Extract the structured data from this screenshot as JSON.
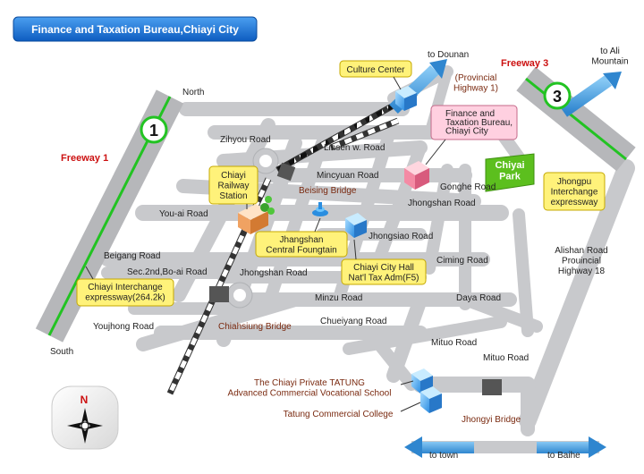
{
  "header": {
    "title": "Finance and Taxation Bureau,Chiayi City"
  },
  "compass": {
    "north": "N",
    "label_north": "North",
    "label_south": "South"
  },
  "freeways": {
    "f1_label": "Freeway 1",
    "f1_number": "1",
    "f3_label": "Freeway 3",
    "f3_number": "3"
  },
  "roads": {
    "zihyou": "Zihyou Road",
    "linsen": "Linsen w. Road",
    "mincyuan": "Mincyuan Road",
    "gonghe": "Gonghe Road",
    "jhongshan_e": "Jhongshan Road",
    "jhongsiao": "Jhongsiao Road",
    "ciming": "Ciming Road",
    "youai": "You-ai Road",
    "beigang": "Beigang Road",
    "sec2": "Sec.2nd,Bo-ai Road",
    "jhongshan_w": "Jhongshan Road",
    "minzu": "Minzu Road",
    "daya": "Daya Road",
    "chueiyang": "Chueiyang Road",
    "youjhong": "Youjhong Road",
    "mituo1": "Mituo Road",
    "mituo2": "Mituo Road",
    "alishan": "Alishan Road\nProuincial\nHighway 18"
  },
  "bridges": {
    "beising": "Beising Bridge",
    "chiahsiung": "Chiahsiung Bridge",
    "jhongyi": "Jhongyi Bridge"
  },
  "directions": {
    "dounan": "to Dounan",
    "provincial1": "(Provincial\nHighway 1)",
    "ali": "to Ali\nMountain",
    "town": "to town",
    "baihe": "to Baihe"
  },
  "callouts": {
    "culture": "Culture Center",
    "bureau": "Finance and\nTaxation Bureau,\nChiayi City",
    "station": "Chiayi\nRailway\nStation",
    "fountain": "Jhangshan\nCentral Foungtain",
    "cityhall": "Chiayi City Hall\nNat'l Tax Adm(F5)",
    "interchange": "Chiayi Interchange\nexpressway(264.2k)",
    "jhongpu": "Jhongpu\nInterchange\nexpressway",
    "park": "Chiyai\nPark"
  },
  "schools": {
    "tatung_school": "The Chiayi Private TATUNG\nAdvanced Commercial Vocational School",
    "tatung_college": "Tatung Commercial College"
  },
  "colors": {
    "header_blue": "#1a6fd1",
    "road_gray": "#c8c9cc",
    "freeway_green": "#22c322",
    "arrow_blue": "#4aa3e0",
    "callout_yellow": "#fff27a",
    "callout_pink": "#ffd0e0",
    "park_green": "#5cbf1e"
  }
}
